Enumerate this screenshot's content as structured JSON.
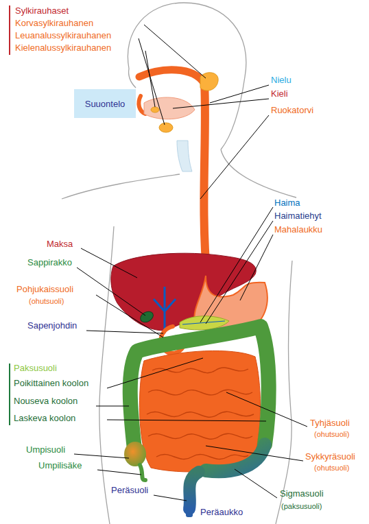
{
  "diagram": {
    "nodes": [
      {
        "text": [
          "Suuontelo"
        ]
      }
    ],
    "labels": [
      "Sylkirauhaset",
      "Korvasylkirauhanen",
      "Leuanalussylkirauhanen",
      "Kielenalussylkirauhanen",
      "Nielu",
      "Kieli",
      "Ruokatorvi",
      "Haima",
      "Haimatiehyt",
      "Mahalaukku",
      "Maksa",
      "Sappirakko",
      "Pohjukaissuoli",
      "(ohutsuoli)",
      "Sapenjohdin",
      "Paksusuoli",
      "Poikittainen koolon",
      "Nouseva koolon",
      "Laskeva koolon",
      "Tyhjäsuoli",
      "(ohutsuoli)",
      "Umpisuoli",
      "Umpilisäke",
      "Sykkyräsuoli",
      "(ohutsuoli)",
      "Peräsuoli",
      "Sigmasuoli",
      "(paksusuoli)",
      "Peräaukko"
    ]
  }
}
